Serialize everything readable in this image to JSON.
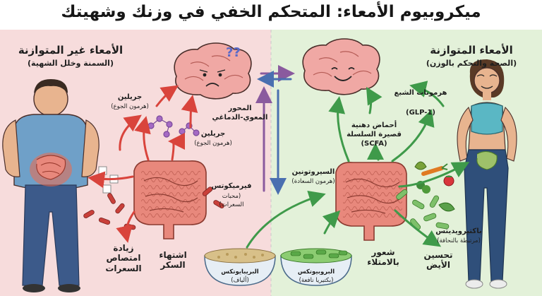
{
  "title": "ميكروبيوم الأمعاء: المتحكم الخفي في وزنك وشهيتك",
  "left_panel": {
    "heading": "الأمعاء غير المتوازنة",
    "subheading": "(السمنة وخلل الشهية)",
    "ghrelin_1": "جريلين",
    "ghrelin_1_note": "(هرمون الجوع)",
    "ghrelin_2": "جريلين",
    "ghrelin_2_note": "(هرمون الجوع)",
    "firmicutes": "فيرميكوتس",
    "firmicutes_note_1": "(محبات",
    "firmicutes_note_2": "السعرات)",
    "calorie_absorption": "زيادة امتصاص السعرات",
    "sugar_craving": "اشتهاء السكر"
  },
  "right_panel": {
    "heading": "الأمعاء المتوازنة",
    "subheading": "(الصحة والتحكم بالوزن)",
    "satiety_hormones": "هرمونات الشبع",
    "satiety_glp1": "(GLP-1)",
    "scfa_1": "أحماض دهنية",
    "scfa_2": "قصيرة السلسلة",
    "scfa_3": "(SCFA)",
    "serotonin": "السيروتونين",
    "serotonin_note": "(هرمون السعادة)",
    "bacteroidetes": "باكتيرويديتس",
    "bacteroidetes_note": "(مرتبطة بالنحافة)",
    "fullness": "شعور بالامتلاء",
    "metabolism": "تحسين الأيض"
  },
  "center": {
    "axis_1": "المحور",
    "axis_2": "المعوي-الدماغي",
    "question_marks": "??"
  },
  "bowls": {
    "prebiotics": "البريبايوتكس",
    "prebiotics_note": "(ألياف)",
    "probiotics": "البروبيوتكس",
    "probiotics_note": "(بكتيريا نافعة)"
  },
  "colors": {
    "left_bg": "#f7dcdc",
    "right_bg": "#e3f1d9",
    "red_arrow": "#d9443c",
    "green_arrow": "#3f9a4a",
    "blue_arrow": "#4a6fb0",
    "brain": "#f0a8a4",
    "gut": "#e8887c"
  }
}
